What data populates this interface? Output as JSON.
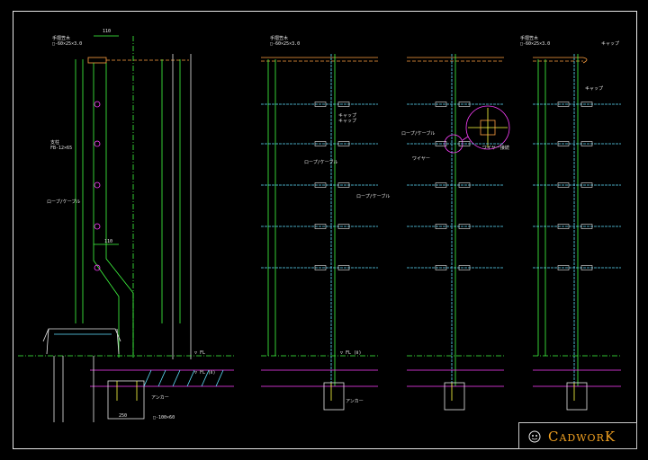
{
  "colors": {
    "background": "#000000",
    "frame": "#e8e8e8",
    "green": "#40ff40",
    "cyan": "#60e0ff",
    "yellow": "#ffff40",
    "magenta": "#ff40ff",
    "orange": "#ffa040",
    "logo": "#f0a020"
  },
  "logo": {
    "icon": "cadwork-logo-icon",
    "text": "CadworK"
  },
  "labels": {
    "v1_top_dim": "110",
    "v1_handrail": "手摺笠木",
    "v1_handrail_spec": "□-60×25×3.0",
    "v1_post": "支柱",
    "v1_post_spec": "FB-12×65",
    "v1_rope": "ロープ/ケーブル",
    "v1_mid_dim": "110",
    "v1_bottom_dim": "250",
    "v1_anchor": "アンカー",
    "v1_base": "□-100×60",
    "v1_fl1": "▽ FL",
    "v1_fl2": "▽ FL (Ⅱ)",
    "v2_handrail": "手摺笠木",
    "v2_handrail_spec": "□-60×25×3.0",
    "v2_cap1": "キャップ",
    "v2_cap2": "キャップ",
    "v2_rope1": "ロープ/ケーブル",
    "v2_rope2": "ロープ/ケーブル",
    "v2_fl": "▽ FL (Ⅱ)",
    "v2_anchor": "アンカー",
    "v3_detail1": "ロープ/ケーブル",
    "v3_detail2": "ワイヤー",
    "v3_detail3": "ワイヤー接続",
    "v4_handrail": "手摺笠木",
    "v4_handrail_spec": "□-60×25×3.0",
    "v4_cap": "キャップ",
    "v4_end": "キャップ"
  }
}
